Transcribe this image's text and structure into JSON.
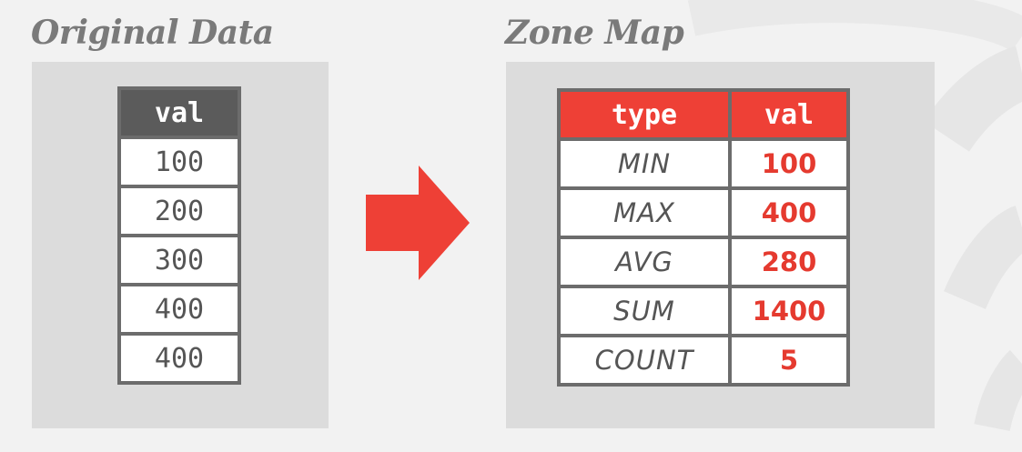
{
  "headings": {
    "original": "Original Data",
    "zone_map": "Zone Map"
  },
  "original_table": {
    "header": "val",
    "rows": [
      "100",
      "200",
      "300",
      "400",
      "400"
    ]
  },
  "zone_table": {
    "headers": [
      "type",
      "val"
    ],
    "rows": [
      {
        "type": "MIN",
        "val": "100"
      },
      {
        "type": "MAX",
        "val": "400"
      },
      {
        "type": "AVG",
        "val": "280"
      },
      {
        "type": "SUM",
        "val": "1400"
      },
      {
        "type": "COUNT",
        "val": "5"
      }
    ]
  },
  "colors": {
    "accent": "#ee4036",
    "header_dark": "#5b5b5b",
    "panel": "#dcdcdc",
    "heading_text": "#7a7a7a"
  }
}
